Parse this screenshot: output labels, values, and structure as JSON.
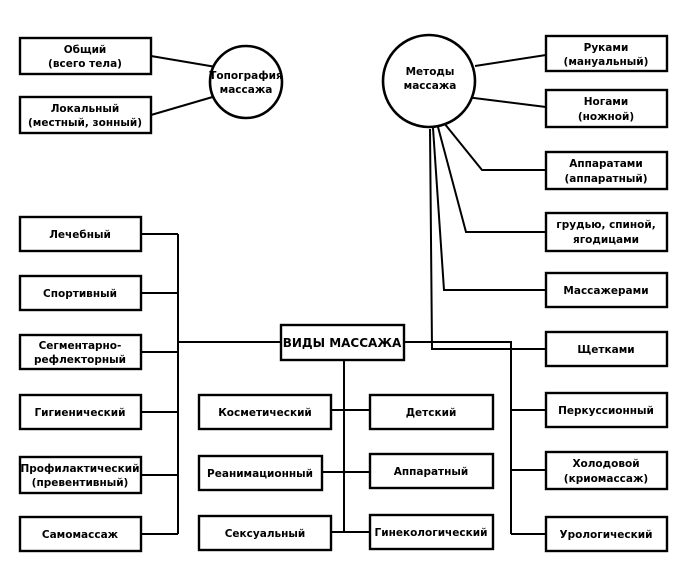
{
  "center": "ВИДЫ МАССАЖА",
  "topography": {
    "title": [
      "Топография",
      "массажа"
    ],
    "items": [
      [
        "Общий",
        "(всего тела)"
      ],
      [
        "Локальный",
        "(местный, зонный)"
      ]
    ]
  },
  "methods": {
    "title": [
      "Методы",
      "массажа"
    ],
    "items": [
      [
        "Руками",
        "(мануальный)"
      ],
      [
        "Ногами",
        "(ножной)"
      ],
      [
        "Аппаратами",
        "(аппаратный)"
      ],
      [
        "грудью, спиной,",
        "ягодицами"
      ],
      [
        "Массажерами"
      ],
      [
        "Щетками"
      ]
    ]
  },
  "left_types": [
    [
      "Лечебный"
    ],
    [
      "Спортивный"
    ],
    [
      "Сегментарно-",
      "рефлекторный"
    ],
    [
      "Гигиенический"
    ],
    [
      "Профилактический",
      "(превентивный)"
    ],
    [
      "Самомассаж"
    ]
  ],
  "middle_left": [
    [
      "Косметический"
    ],
    [
      "Реанимационный"
    ],
    [
      "Сексуальный"
    ]
  ],
  "middle_right": [
    [
      "Детский"
    ],
    [
      "Аппаратный"
    ],
    [
      "Гинекологический"
    ]
  ],
  "right_types": [
    [
      "Перкуссионный"
    ],
    [
      "Холодовой",
      "(криомассаж)"
    ],
    [
      "Урологический"
    ]
  ]
}
